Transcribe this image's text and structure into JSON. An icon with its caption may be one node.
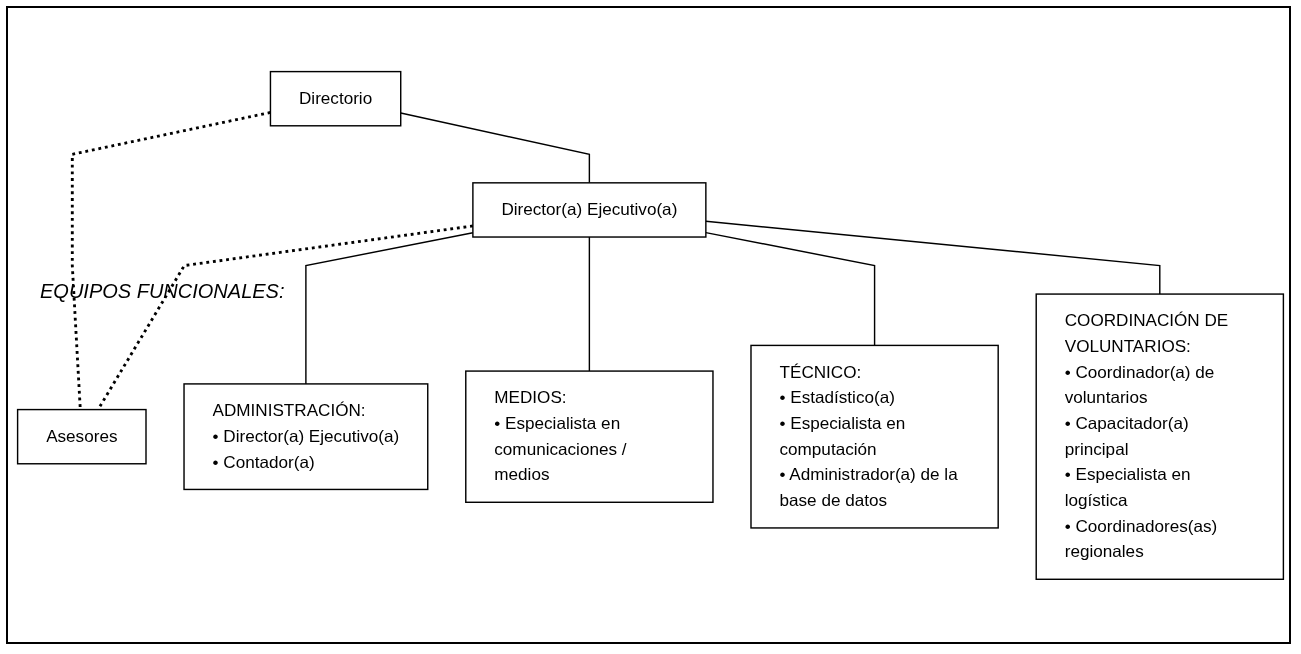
{
  "diagram": {
    "nodes": [
      {
        "text": [
          "Directorio"
        ]
      },
      {
        "text": [
          "Asesores"
        ]
      },
      {
        "text": [
          "Director(a) Ejecutivo(a)"
        ]
      },
      {
        "text": [
          "ADMINISTRACIÓN:",
          "• Director(a) Ejecutivo(a)",
          "• Contador(a)"
        ]
      },
      {
        "text": [
          "MEDIOS:",
          "• Especialista en comunicaciones / medios"
        ]
      },
      {
        "text": [
          "TÉCNICO:",
          "• Estadístico(a)",
          "• Especialista en computación",
          "• Administrador(a) de la base de datos"
        ]
      },
      {
        "text": [
          "COORDINACIÓN DE VOLUNTARIOS:",
          "• Coordinador(a) de voluntarios",
          "• Capacitador(a) principal",
          "• Especialista en logística",
          "• Coordinadores(as) regionales"
        ]
      }
    ],
    "edges": [
      {
        "from": 0,
        "to": 1,
        "arrow": "none",
        "style": "dashed"
      },
      {
        "from": 0,
        "to": 2,
        "arrow": "none"
      },
      {
        "from": 2,
        "to": 1,
        "arrow": "none",
        "style": "dashed"
      },
      {
        "from": 2,
        "to": 3,
        "arrow": "none"
      },
      {
        "from": 2,
        "to": 4,
        "arrow": "none"
      },
      {
        "from": 2,
        "to": 5,
        "arrow": "none"
      },
      {
        "from": 2,
        "to": 6,
        "arrow": "none"
      }
    ],
    "labels": [
      "EQUIPOS FUNCIONALES:"
    ]
  }
}
